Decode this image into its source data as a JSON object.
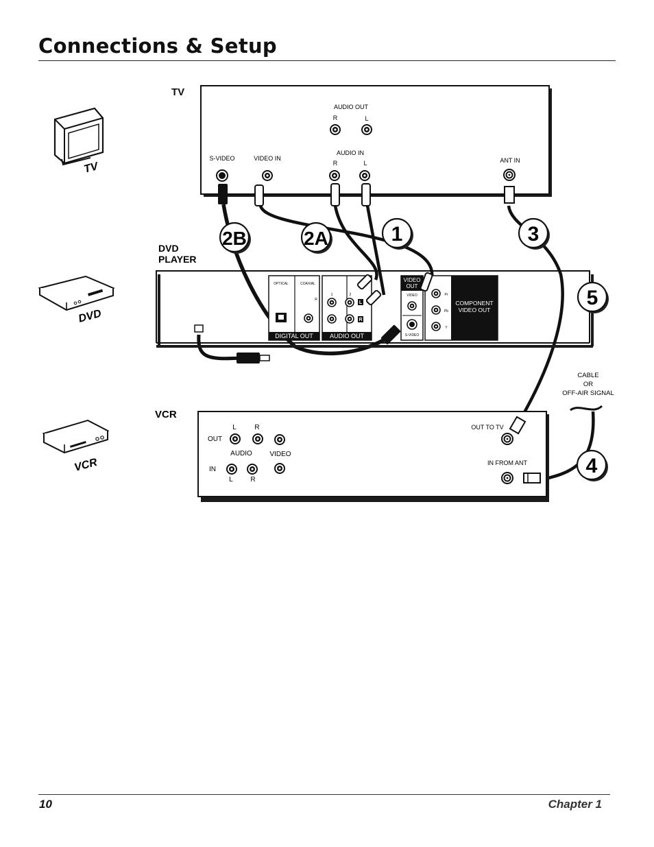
{
  "page": {
    "title": "Connections & Setup",
    "page_number": "10",
    "chapter": "Chapter 1"
  },
  "devices": {
    "tv": {
      "icon_label": "TV",
      "panel_label": "TV",
      "audio_out": "AUDIO OUT",
      "audio_in": "AUDIO IN",
      "r": "R",
      "l": "L",
      "s_video": "S-VIDEO",
      "video_in": "VIDEO IN",
      "ant_in": "ANT IN"
    },
    "dvd": {
      "icon_label": "DVD",
      "panel_label_1": "DVD",
      "panel_label_2": "PLAYER",
      "optical": "OPTICAL",
      "coaxial": "COAXIAL",
      "digital_out": "DIGITAL OUT",
      "audio_out": "AUDIO OUT",
      "ch1": "1",
      "ch2": "2",
      "l": "L",
      "r": "R",
      "r_small": "R",
      "video_out_1": "VIDEO",
      "video_out_2": "OUT",
      "video": "VIDEO",
      "s_video": "S-VIDEO",
      "pr": "Pr",
      "pb": "Pb",
      "y": "Y",
      "component_1": "COMPONENT",
      "component_2": "VIDEO OUT"
    },
    "vcr": {
      "icon_label": "VCR",
      "panel_label": "VCR",
      "l": "L",
      "r": "R",
      "out": "OUT",
      "in": "IN",
      "audio": "AUDIO",
      "video": "VIDEO",
      "out_to_tv": "OUT TO TV",
      "in_from_ant": "IN FROM ANT"
    }
  },
  "signal": {
    "line1": "CABLE",
    "line2": "OR",
    "line3": "OFF-AIR SIGNAL"
  },
  "steps": [
    "1",
    "2A",
    "2B",
    "3",
    "4",
    "5"
  ]
}
